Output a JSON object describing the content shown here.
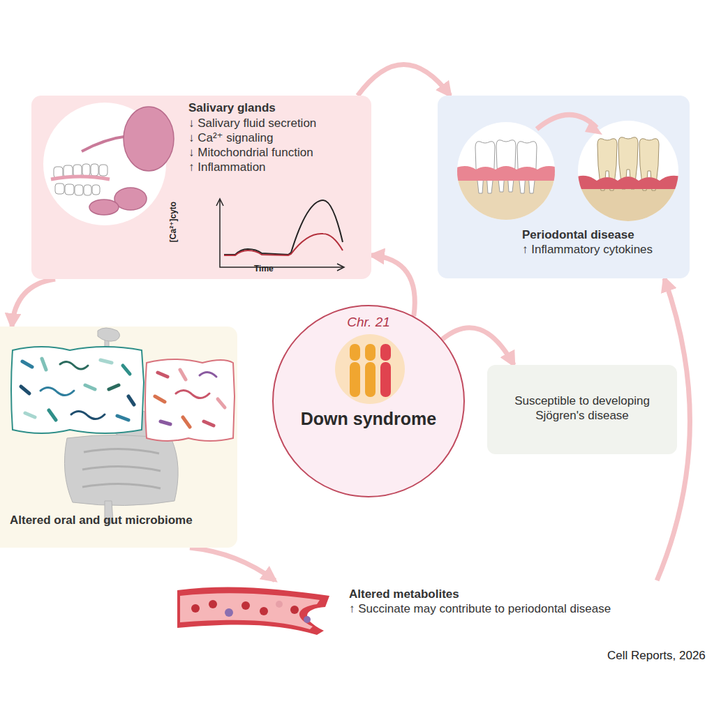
{
  "diagram": {
    "nodes": [
      {
        "text": [
          "Salivary glands",
          "↓ Salivary fluid secretion",
          "↓ Ca²⁺ signaling",
          "↓ Mitochondrial function",
          "↑ Inflammation"
        ]
      },
      {
        "text": [
          "Periodontal disease",
          "↑ Inflammatory cytokines"
        ]
      },
      {
        "text": [
          "Altered oral and gut microbiome"
        ]
      },
      {
        "text": [
          "Chr. 21",
          "Down syndrome"
        ]
      },
      {
        "text": [
          "Susceptible to developing Sjögren's disease"
        ]
      },
      {
        "text": [
          "Altered metabolites",
          "↑ Succinate may contribute to periodontal disease"
        ]
      }
    ],
    "edges": [
      {
        "from": 0,
        "to": 1,
        "arrow": "to"
      },
      {
        "from": 0,
        "to": 2,
        "arrow": "to"
      },
      {
        "from": 3,
        "to": 0,
        "arrow": "to"
      },
      {
        "from": 3,
        "to": 4,
        "arrow": "to"
      },
      {
        "from": 2,
        "to": 5,
        "arrow": "to"
      },
      {
        "from": 5,
        "to": 1,
        "arrow": "to"
      }
    ],
    "labels": [
      "[Ca²⁺]cyto",
      "Time",
      "Cell Reports, 2026"
    ]
  }
}
